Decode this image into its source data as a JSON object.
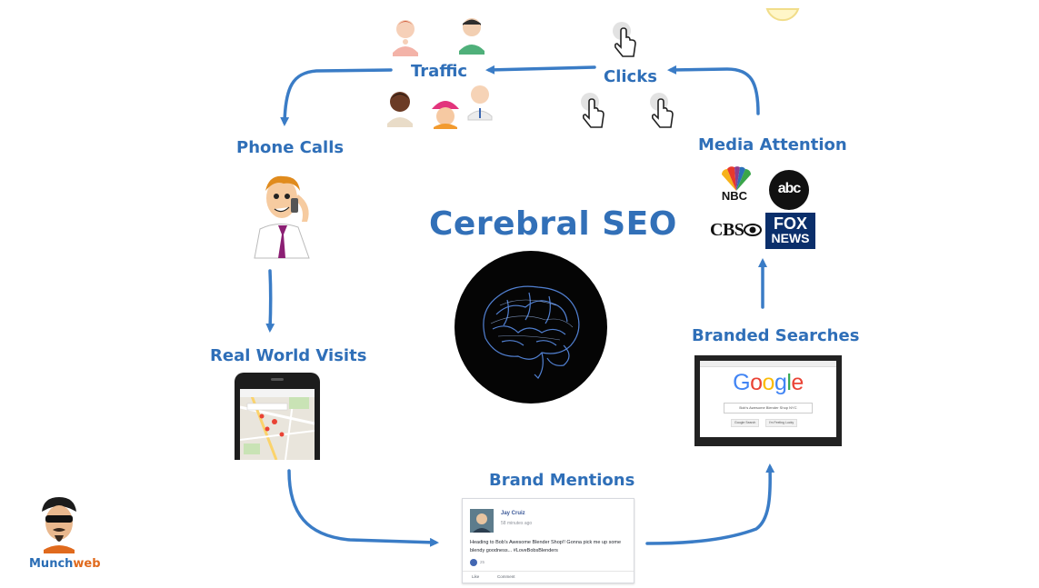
{
  "title": "Cerebral SEO",
  "nodes": {
    "traffic": "Traffic",
    "clicks": "Clicks",
    "phone_calls": "Phone Calls",
    "media_attention": "Media Attention",
    "real_world_visits": "Real World Visits",
    "branded_searches": "Branded Searches",
    "brand_mentions": "Brand Mentions"
  },
  "media_logos": {
    "nbc": "NBC",
    "abc": "abc",
    "cbs": "CBS",
    "fox_line1": "FOX",
    "fox_line2": "NEWS"
  },
  "google_window": {
    "search_query": "Bob's Awesome Blender Shop NYC",
    "button_search": "Google Search",
    "button_lucky": "I'm Feeling Lucky"
  },
  "post": {
    "author": "Jay Cruiz",
    "time": "58 minutes ago",
    "text": "Heading to Bob's Awesome Blender Shop!! Gonna pick me up some blendy goodness... #LoveBobsBlenders",
    "reaction_count": "25",
    "like": "Like",
    "comment": "Comment"
  },
  "brand_logo": {
    "part1": "Munch",
    "part2": "web"
  },
  "colors": {
    "label_blue": "#2f6fb8",
    "arrow_blue": "#3a7cc6",
    "google_blue": "#4285f4",
    "google_red": "#ea4335",
    "google_yellow": "#fbbc05",
    "google_green": "#34a853"
  },
  "icons": [
    "person-icon",
    "hand-pointer-icon",
    "brain-icon",
    "nbc-peacock-icon",
    "cbs-eye-icon",
    "phone-icon"
  ]
}
